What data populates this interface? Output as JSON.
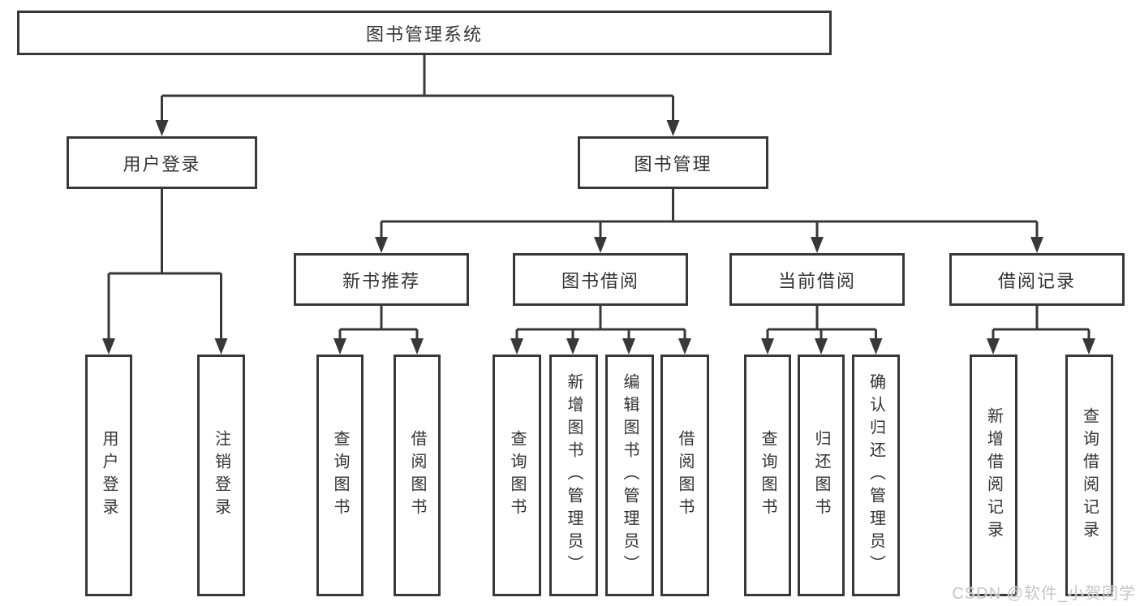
{
  "diagram": {
    "root": {
      "label": "图书管理系统",
      "children": [
        {
          "label": "用户登录",
          "children": [
            {
              "label": "用户登录"
            },
            {
              "label": "注销登录"
            }
          ]
        },
        {
          "label": "图书管理",
          "children": [
            {
              "label": "新书推荐",
              "children": [
                {
                  "label": "查询图书"
                },
                {
                  "label": "借阅图书"
                }
              ]
            },
            {
              "label": "图书借阅",
              "children": [
                {
                  "label": "查询图书"
                },
                {
                  "label": "新增图书（管理员）"
                },
                {
                  "label": "编辑图书（管理员）"
                },
                {
                  "label": "借阅图书"
                }
              ]
            },
            {
              "label": "当前借阅",
              "children": [
                {
                  "label": "查询图书"
                },
                {
                  "label": "归还图书"
                },
                {
                  "label": "确认归还（管理员）"
                }
              ]
            },
            {
              "label": "借阅记录",
              "children": [
                {
                  "label": "新增借阅记录"
                },
                {
                  "label": "查询借阅记录"
                }
              ]
            }
          ]
        }
      ]
    }
  },
  "watermark": {
    "text": "CSDN @软件_小贺同学"
  },
  "colors": {
    "line": "#383838",
    "text": "#333333",
    "watermark": "#c6c6c6",
    "background": "#ffffff"
  }
}
